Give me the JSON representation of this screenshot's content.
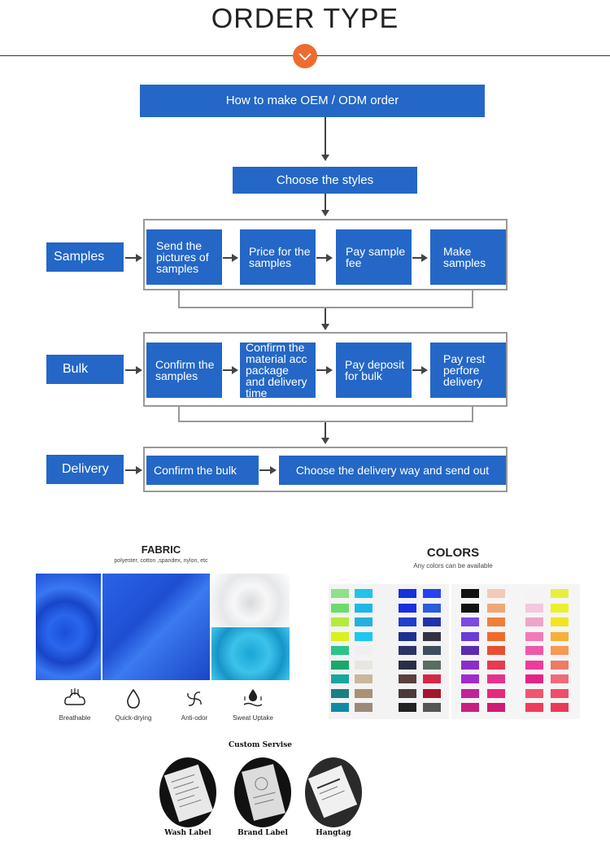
{
  "header": {
    "title": "ORDER TYPE"
  },
  "flow": {
    "top_box": "How to make OEM / ODM order",
    "styles_box": "Choose the styles",
    "rows": [
      {
        "label": "Samples",
        "steps": [
          "Send the pictures of samples",
          "Price for the samples",
          "Pay sample fee",
          "Make samples"
        ]
      },
      {
        "label": "Bulk",
        "steps": [
          "Confirm the samples",
          "Confirm the material acc package and delivery time",
          "Pay deposit for bulk",
          "Pay rest perfore delivery"
        ]
      },
      {
        "label": "Delivery",
        "steps": [
          "Confirm the bulk",
          "Choose the delivery way and send out"
        ]
      }
    ]
  },
  "fabric": {
    "title": "FABRIC",
    "subtitle": "polyester, cotton ,spandex, nylon, etc",
    "features": [
      "Breathable",
      "Quick-drying",
      "Anti-odor",
      "Sweat Uptake"
    ]
  },
  "colors": {
    "title": "COLORS",
    "subtitle": "Any colors can be available",
    "palette": {
      "col1": [
        "#8fe08a",
        "#6bdc6b",
        "#b4ea3c",
        "#d8f21e",
        "#2bc48a",
        "#1aa86b",
        "#18a69d",
        "#1b7f86",
        "#0f8aa6"
      ],
      "col2": [
        "#21c4e8",
        "#1fb8e6",
        "#23b0e0",
        "#1ec7f0",
        "#efefef",
        "#e8e6e0",
        "#c9b79c",
        "#a89174",
        "#9b8a7a"
      ],
      "col3": [
        "#1432d8",
        "#1a2fe0",
        "#1f3fc7",
        "#1e2f8f",
        "#2b3266",
        "#2a2f48",
        "#5a3f3a",
        "#4a3a3a",
        "#222222"
      ],
      "col4": [
        "#2442f0",
        "#2a5be0",
        "#2233aa",
        "#333344",
        "#3d4f5f",
        "#5b6c60",
        "#d62748",
        "#a3172d",
        "#555555"
      ],
      "col5": [
        "#111111",
        "#111111",
        "#7b4ae0",
        "#6a3cd8",
        "#5b2bb0",
        "#8b2ec8",
        "#a12ad0",
        "#c0249a",
        "#c8207f"
      ],
      "col6": [
        "#f4c9b8",
        "#f0a778",
        "#ef7f3c",
        "#ef6b2b",
        "#e94f2e",
        "#e83a52",
        "#e8318c",
        "#e62a7a",
        "#d11a73"
      ],
      "col7": [
        "#f7f2f5",
        "#f4c8de",
        "#f1a3c7",
        "#f07bb7",
        "#ee58a9",
        "#ec3d9a",
        "#e42389",
        "#f0556f",
        "#ee3d5c"
      ],
      "col8": [
        "#e6f03c",
        "#eaf12a",
        "#f1e61e",
        "#f6b03a",
        "#f59a52",
        "#f07a66",
        "#f06a7a",
        "#ef4d6b",
        "#e93a5a"
      ]
    }
  },
  "custom": {
    "title": "Custom Servise",
    "items": [
      "Wash Label",
      "Brand Label",
      "Hangtag"
    ]
  }
}
